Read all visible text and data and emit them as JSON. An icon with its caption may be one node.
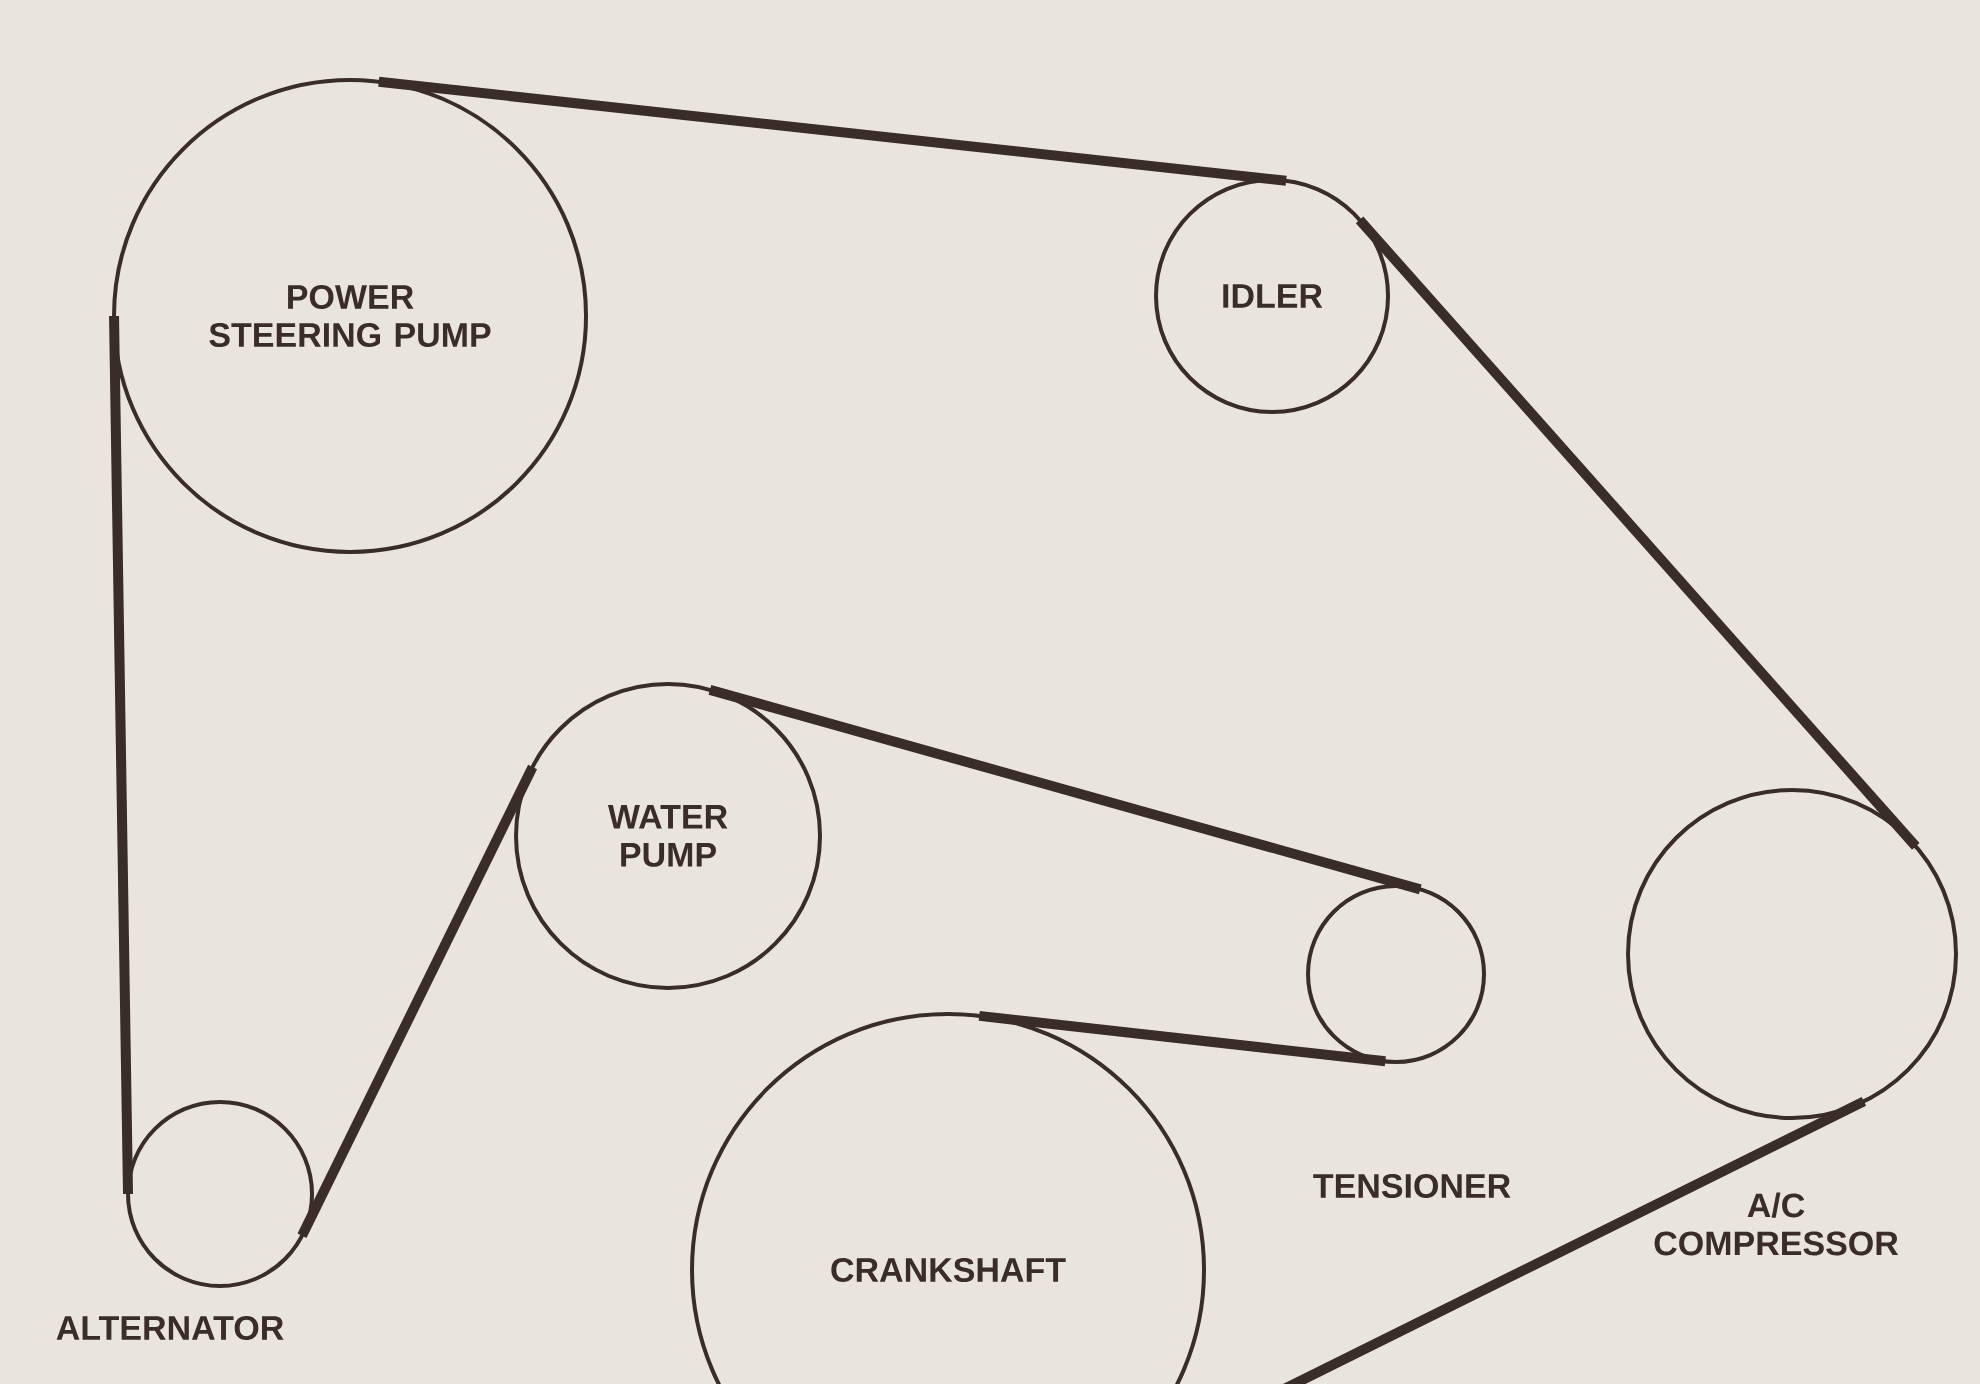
{
  "diagram": {
    "nodes": [
      {
        "text": [
          "POWER STEERING PUMP"
        ]
      },
      {
        "text": [
          "IDLER"
        ]
      },
      {
        "text": [
          "WATER PUMP"
        ]
      },
      {
        "text": [],
        "shape": "circle",
        "beside": [
          "A/C COMPRESSOR"
        ]
      },
      {
        "text": [],
        "shape": "circle",
        "beside": [
          "TENSIONER"
        ]
      },
      {
        "text": [],
        "shape": "circle",
        "beside": [
          "ALTERNATOR"
        ]
      },
      {
        "text": [
          "CRANKSHAFT"
        ]
      }
    ],
    "edges": [
      {
        "from": 0,
        "to": 1,
        "arrow": "none"
      },
      {
        "from": 1,
        "to": 3,
        "arrow": "none"
      },
      {
        "from": 3,
        "to": 6,
        "arrow": "none"
      },
      {
        "from": 6,
        "to": 4,
        "arrow": "none"
      },
      {
        "from": 4,
        "to": 2,
        "arrow": "none"
      },
      {
        "from": 2,
        "to": 5,
        "arrow": "none"
      },
      {
        "from": 5,
        "to": 0,
        "arrow": "none"
      }
    ]
  }
}
